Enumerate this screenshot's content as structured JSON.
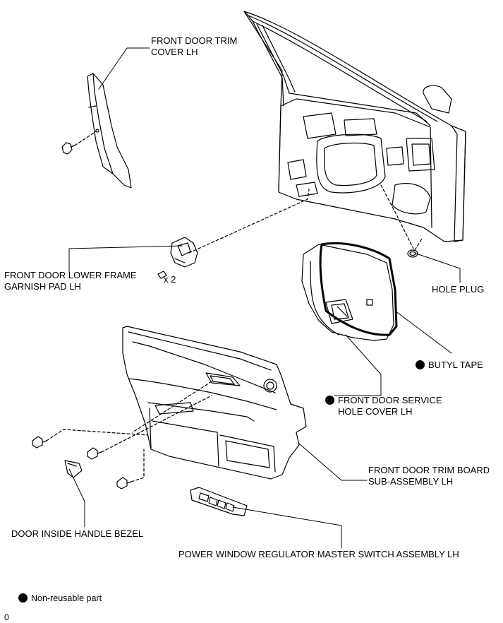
{
  "labels": {
    "front_door_trim_cover": [
      "FRONT DOOR TRIM",
      "COVER LH"
    ],
    "lower_frame_garnish_pad": [
      "FRONT DOOR LOWER FRAME",
      "GARNISH PAD LH"
    ],
    "screw_qty": "x 2",
    "hole_plug": "HOLE PLUG",
    "butyl_tape": "BUTYL TAPE",
    "service_hole_cover": [
      "FRONT DOOR SERVICE",
      "HOLE COVER LH"
    ],
    "trim_board": [
      "FRONT DOOR TRIM BOARD",
      "SUB-ASSEMBLY LH"
    ],
    "inside_handle_bezel": "DOOR INSIDE HANDLE BEZEL",
    "master_switch": "POWER WINDOW REGULATOR MASTER SWITCH ASSEMBLY LH"
  },
  "legend": {
    "non_reusable": "Non-reusable part"
  },
  "footer_code": "0",
  "non_reusable_marker_color": "#000000",
  "line_color": "#000000"
}
